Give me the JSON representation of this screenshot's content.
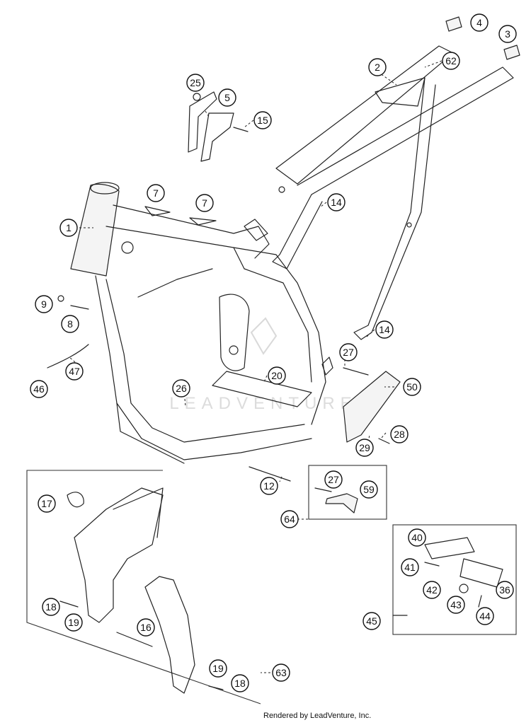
{
  "callouts": [
    {
      "id": "1",
      "label": "1"
    },
    {
      "id": "2",
      "label": "2"
    },
    {
      "id": "3",
      "label": "3"
    },
    {
      "id": "4",
      "label": "4"
    },
    {
      "id": "5",
      "label": "5"
    },
    {
      "id": "7a",
      "label": "7"
    },
    {
      "id": "7b",
      "label": "7"
    },
    {
      "id": "8",
      "label": "8"
    },
    {
      "id": "9",
      "label": "9"
    },
    {
      "id": "12",
      "label": "12"
    },
    {
      "id": "14a",
      "label": "14"
    },
    {
      "id": "14b",
      "label": "14"
    },
    {
      "id": "15",
      "label": "15"
    },
    {
      "id": "16",
      "label": "16"
    },
    {
      "id": "17",
      "label": "17"
    },
    {
      "id": "18a",
      "label": "18"
    },
    {
      "id": "18b",
      "label": "18"
    },
    {
      "id": "19a",
      "label": "19"
    },
    {
      "id": "19b",
      "label": "19"
    },
    {
      "id": "20",
      "label": "20"
    },
    {
      "id": "25",
      "label": "25"
    },
    {
      "id": "26",
      "label": "26"
    },
    {
      "id": "27a",
      "label": "27"
    },
    {
      "id": "27b",
      "label": "27"
    },
    {
      "id": "28",
      "label": "28"
    },
    {
      "id": "29",
      "label": "29"
    },
    {
      "id": "36",
      "label": "36"
    },
    {
      "id": "40",
      "label": "40"
    },
    {
      "id": "41",
      "label": "41"
    },
    {
      "id": "42",
      "label": "42"
    },
    {
      "id": "43",
      "label": "43"
    },
    {
      "id": "44",
      "label": "44"
    },
    {
      "id": "45",
      "label": "45"
    },
    {
      "id": "46",
      "label": "46"
    },
    {
      "id": "47",
      "label": "47"
    },
    {
      "id": "50",
      "label": "50"
    },
    {
      "id": "59",
      "label": "59"
    },
    {
      "id": "62",
      "label": "62"
    },
    {
      "id": "63",
      "label": "63"
    },
    {
      "id": "64",
      "label": "64"
    }
  ],
  "watermark": "LEADVENTURE",
  "credit": "Rendered by LeadVenture, Inc."
}
